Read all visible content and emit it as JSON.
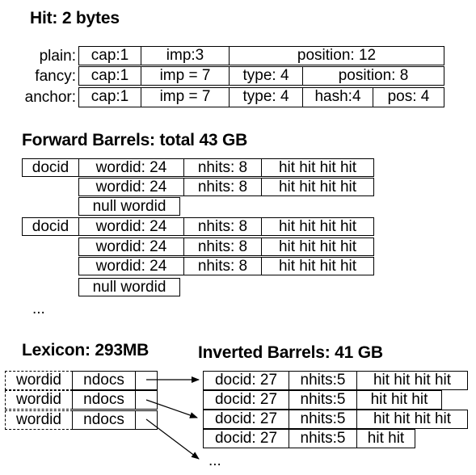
{
  "hit": {
    "title": "Hit: 2 bytes",
    "rows": [
      {
        "label": "plain:",
        "fields": [
          "cap:1",
          "imp:3",
          "position: 12"
        ]
      },
      {
        "label": "fancy:",
        "fields": [
          "cap:1",
          "imp = 7",
          "type: 4",
          "position: 8"
        ]
      },
      {
        "label": "anchor:",
        "fields": [
          "cap:1",
          "imp = 7",
          "type: 4",
          "hash:4",
          "pos: 4"
        ]
      }
    ]
  },
  "forward": {
    "title": "Forward Barrels: total 43 GB",
    "docid": "docid",
    "wordid": "wordid: 24",
    "nhits": "nhits: 8",
    "hits": "hit hit hit hit",
    "null_wordid": "null wordid",
    "ellipsis": "..."
  },
  "lexicon": {
    "title": "Lexicon: 293MB",
    "wordid": "wordid",
    "ndocs": "ndocs"
  },
  "inverted": {
    "title": "Inverted Barrels: 41 GB",
    "rows": [
      {
        "docid": "docid: 27",
        "nhits": "nhits:5",
        "hits": "hit hit hit hit"
      },
      {
        "docid": "docid: 27",
        "nhits": "nhits:5",
        "hits": "hit hit hit"
      },
      {
        "docid": "docid: 27",
        "nhits": "nhits:5",
        "hits": "hit hit hit hit"
      },
      {
        "docid": "docid: 27",
        "nhits": "nhits:5",
        "hits": "hit hit"
      }
    ],
    "ellipsis": "..."
  }
}
